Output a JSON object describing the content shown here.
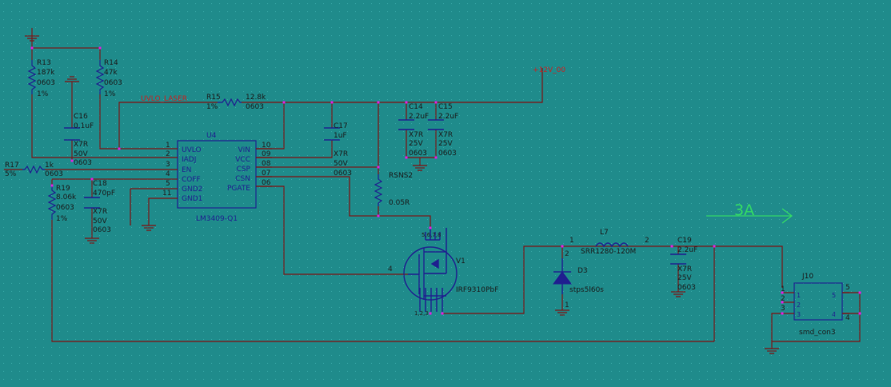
{
  "colors": {
    "background": "#1f8b8b",
    "wire": "#7a1616",
    "component": "#1f1f8f",
    "pin_text": "#202020",
    "part_text": "#1a1a1a",
    "net_label": "#c82020",
    "junction": "#e020e0",
    "arrow": "#33d966",
    "grid_dot": "#3fb0ae"
  },
  "parts": {
    "r13": {
      "ref": "R13",
      "value": "187k",
      "package": "0603",
      "tolerance": "1%"
    },
    "r14": {
      "ref": "R14",
      "value": "47k",
      "package": "0603",
      "tolerance": "1%"
    },
    "r15": {
      "ref": "R15",
      "value": "12.8k",
      "package": "0603",
      "tolerance": "1%"
    },
    "r17": {
      "ref": "R17",
      "value": "1k",
      "package": "0603",
      "tolerance": "5%"
    },
    "r19": {
      "ref": "R19",
      "value": "8.06k",
      "package": "0603",
      "tolerance": "1%"
    },
    "rsns2": {
      "ref": "RSNS2",
      "value": "0.05R"
    },
    "c14": {
      "ref": "C14",
      "value": "2.2uF",
      "dielectric": "X7R",
      "voltage": "25V",
      "package": "0603"
    },
    "c15": {
      "ref": "C15",
      "value": "2.2uF",
      "dielectric": "X7R",
      "voltage": "25V",
      "package": "0603"
    },
    "c16": {
      "ref": "C16",
      "value": "0.1uF",
      "dielectric": "X7R",
      "voltage": "50V",
      "package": "0603"
    },
    "c17": {
      "ref": "C17",
      "value": "1uF",
      "dielectric": "X7R",
      "voltage": "50V",
      "package": "0603"
    },
    "c18": {
      "ref": "C18",
      "value": "470pF",
      "dielectric": "X7R",
      "voltage": "50V",
      "package": "0603"
    },
    "c19": {
      "ref": "C19",
      "value": "2.2uF",
      "dielectric": "X7R",
      "voltage": "25V",
      "package": "0603"
    },
    "u4": {
      "ref": "U4",
      "value": "LM3409-Q1",
      "left_pins": [
        {
          "num": "1",
          "name": "UVLO"
        },
        {
          "num": "2",
          "name": "IADJ"
        },
        {
          "num": "3",
          "name": "EN"
        },
        {
          "num": "4",
          "name": "COFF"
        },
        {
          "num": "5",
          "name": "GND2"
        },
        {
          "num": "11",
          "name": "GND1"
        }
      ],
      "right_pins": [
        {
          "num": "10",
          "name": "VIN"
        },
        {
          "num": "09",
          "name": "VCC"
        },
        {
          "num": "08",
          "name": "CSP"
        },
        {
          "num": "07",
          "name": "CSN"
        },
        {
          "num": "06",
          "name": "PGATE"
        }
      ]
    },
    "v1": {
      "ref": "V1",
      "value": "IRF9310PbF",
      "gate_pin": "4",
      "top_pins": "5,6,7,8",
      "bottom_pins": "1,2,3"
    },
    "l7": {
      "ref": "L7",
      "value": "SRR1280-120M",
      "pin1": "1",
      "pin2": "2"
    },
    "d3": {
      "ref": "D3",
      "value": "stps5l60s",
      "pin1": "1",
      "pin2": "2"
    },
    "j10": {
      "ref": "J10",
      "value": "smd_con3",
      "outer_pins": [
        "1",
        "2",
        "3",
        "5",
        "4"
      ],
      "inner_pins": [
        "1",
        "2",
        "3",
        "5",
        "4"
      ]
    }
  },
  "nets": {
    "uvlo_laser": "UVLO_LASER",
    "v12": "+12V_00"
  },
  "annotation": {
    "current": "3A"
  }
}
